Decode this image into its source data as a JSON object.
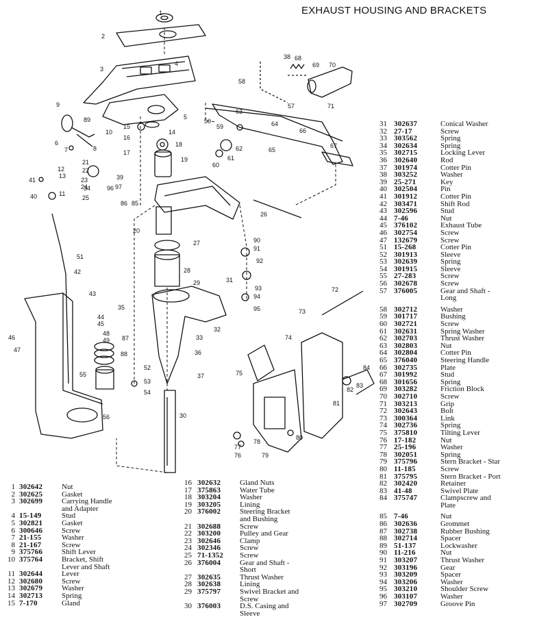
{
  "title": "EXHAUST HOUSING AND BRACKETS",
  "callouts": [
    "1",
    "2",
    "3",
    "4",
    "5",
    "6",
    "7",
    "8",
    "9",
    "10",
    "11",
    "12",
    "13",
    "14",
    "15",
    "16",
    "17",
    "18",
    "19",
    "20",
    "21",
    "22",
    "23",
    "24",
    "25",
    "26",
    "27",
    "28",
    "29",
    "30",
    "31",
    "32",
    "33",
    "34",
    "35",
    "36",
    "37",
    "38",
    "39",
    "40",
    "41",
    "42",
    "43",
    "44",
    "45",
    "46",
    "47",
    "48",
    "49",
    "50",
    "51",
    "52",
    "53",
    "54",
    "55",
    "56",
    "57",
    "58",
    "59",
    "60",
    "61",
    "62",
    "63",
    "64",
    "65",
    "66",
    "67",
    "68",
    "69",
    "70",
    "71",
    "72",
    "73",
    "74",
    "75",
    "76",
    "77",
    "78",
    "79",
    "80",
    "81",
    "82",
    "83",
    "84",
    "85",
    "86",
    "87",
    "88",
    "89",
    "90",
    "91",
    "92",
    "93",
    "94",
    "95",
    "96",
    "97"
  ],
  "parts_col1": [
    {
      "n": "1",
      "p": "302642",
      "d": "Nut"
    },
    {
      "n": "2",
      "p": "302625",
      "d": "Gasket"
    },
    {
      "n": "3",
      "p": "302699",
      "d": "Carrying Handle\nand Adapter"
    },
    {
      "n": "4",
      "p": "15-149",
      "d": "Stud"
    },
    {
      "n": "5",
      "p": "302821",
      "d": "Gasket"
    },
    {
      "n": "6",
      "p": "300646",
      "d": "Screw"
    },
    {
      "n": "7",
      "p": "21-155",
      "d": "Washer"
    },
    {
      "n": "8",
      "p": "21-167",
      "d": "Screw"
    },
    {
      "n": "9",
      "p": "375766",
      "d": "Shift Lever"
    },
    {
      "n": "10",
      "p": "375764",
      "d": "Bracket, Shift\nLever and Shaft"
    },
    {
      "n": "11",
      "p": "302644",
      "d": "Lever"
    },
    {
      "n": "12",
      "p": "302680",
      "d": "Screw"
    },
    {
      "n": "13",
      "p": "302679",
      "d": "Washer"
    },
    {
      "n": "14",
      "p": "302713",
      "d": "Spring"
    },
    {
      "n": "15",
      "p": "7-170",
      "d": "Gland"
    }
  ],
  "parts_col2": [
    {
      "n": "16",
      "p": "302632",
      "d": "Gland Nuts"
    },
    {
      "n": "17",
      "p": "375863",
      "d": "Water Tube"
    },
    {
      "n": "18",
      "p": "303204",
      "d": "Washer"
    },
    {
      "n": "19",
      "p": "303205",
      "d": "Lining"
    },
    {
      "n": "20",
      "p": "376002",
      "d": "Steering Bracket\nand Bushing"
    },
    {
      "n": "21",
      "p": "302688",
      "d": "Screw"
    },
    {
      "n": "22",
      "p": "303200",
      "d": "Pulley and Gear"
    },
    {
      "n": "23",
      "p": "302646",
      "d": "Clamp"
    },
    {
      "n": "24",
      "p": "302346",
      "d": "Screw"
    },
    {
      "n": "25",
      "p": "71-1352",
      "d": "Screw"
    },
    {
      "n": "26",
      "p": "376004",
      "d": "Gear and Shaft -\nShort"
    },
    {
      "n": "27",
      "p": "302635",
      "d": "Thrust Washer"
    },
    {
      "n": "28",
      "p": "302638",
      "d": "Lining"
    },
    {
      "n": "29",
      "p": "375797",
      "d": "Swivel Bracket and\nScrew"
    },
    {
      "n": "30",
      "p": "376003",
      "d": "D.S. Casing and\nSleeve"
    }
  ],
  "parts_col3": [
    {
      "n": "31",
      "p": "302637",
      "d": "Conical Washer"
    },
    {
      "n": "32",
      "p": "27-17",
      "d": "Screw"
    },
    {
      "n": "33",
      "p": "303562",
      "d": "Spring"
    },
    {
      "n": "34",
      "p": "302634",
      "d": "Spring"
    },
    {
      "n": "35",
      "p": "302715",
      "d": "Locking Lever"
    },
    {
      "n": "36",
      "p": "302640",
      "d": "Rod"
    },
    {
      "n": "37",
      "p": "301974",
      "d": "Cotter Pin"
    },
    {
      "n": "38",
      "p": "303252",
      "d": "Washer"
    },
    {
      "n": "39",
      "p": "25-271",
      "d": "Key"
    },
    {
      "n": "40",
      "p": "302504",
      "d": "Pin"
    },
    {
      "n": "41",
      "p": "301912",
      "d": "Cotter Pin"
    },
    {
      "n": "42",
      "p": "303471",
      "d": "Shift Rod"
    },
    {
      "n": "43",
      "p": "302596",
      "d": "Stud"
    },
    {
      "n": "44",
      "p": "7-46",
      "d": "Nut"
    },
    {
      "n": "45",
      "p": "376102",
      "d": "Exhaust Tube"
    },
    {
      "n": "46",
      "p": "302754",
      "d": "Screw"
    },
    {
      "n": "47",
      "p": "132679",
      "d": "Screw"
    },
    {
      "n": "51",
      "p": "15-268",
      "d": "Cotter Pin"
    },
    {
      "n": "52",
      "p": "301913",
      "d": "Sleeve"
    },
    {
      "n": "53",
      "p": "302639",
      "d": "Spring"
    },
    {
      "n": "54",
      "p": "301915",
      "d": "Sleeve"
    },
    {
      "n": "55",
      "p": "27-283",
      "d": "Screw"
    },
    {
      "n": "56",
      "p": "302678",
      "d": "Screw"
    },
    {
      "n": "57",
      "p": "376005",
      "d": "Gear and Shaft -\nLong"
    },
    {
      "n": "58",
      "p": "302712",
      "d": "Washer"
    },
    {
      "n": "59",
      "p": "301717",
      "d": "Bushing"
    },
    {
      "n": "60",
      "p": "302721",
      "d": "Screw"
    },
    {
      "n": "61",
      "p": "302631",
      "d": "Spring Washer"
    },
    {
      "n": "62",
      "p": "302703",
      "d": "Thrust Washer"
    },
    {
      "n": "63",
      "p": "302803",
      "d": "Nut"
    },
    {
      "n": "64",
      "p": "302804",
      "d": "Cotter Pin"
    },
    {
      "n": "65",
      "p": "376040",
      "d": "Steering Handle"
    },
    {
      "n": "66",
      "p": "302735",
      "d": "Plate"
    },
    {
      "n": "67",
      "p": "301992",
      "d": "Stud"
    },
    {
      "n": "68",
      "p": "301656",
      "d": "Spring"
    },
    {
      "n": "69",
      "p": "303282",
      "d": "Friction Block"
    },
    {
      "n": "70",
      "p": "302710",
      "d": "Screw"
    },
    {
      "n": "71",
      "p": "303213",
      "d": "Grip"
    },
    {
      "n": "72",
      "p": "302643",
      "d": "Bolt"
    },
    {
      "n": "73",
      "p": "300364",
      "d": "Link"
    },
    {
      "n": "74",
      "p": "302736",
      "d": "Spring"
    },
    {
      "n": "75",
      "p": "375810",
      "d": "Tilting Lever"
    },
    {
      "n": "76",
      "p": "17-182",
      "d": "Nut"
    },
    {
      "n": "77",
      "p": "25-196",
      "d": "Washer"
    },
    {
      "n": "78",
      "p": "302051",
      "d": "Spring"
    },
    {
      "n": "79",
      "p": "375796",
      "d": "Stern Bracket - Star"
    },
    {
      "n": "80",
      "p": "11-185",
      "d": "Screw"
    },
    {
      "n": "81",
      "p": "375795",
      "d": "Stern Bracket - Port"
    },
    {
      "n": "82",
      "p": "302420",
      "d": "Retainer"
    },
    {
      "n": "83",
      "p": "41-48",
      "d": "Swivel Plate"
    },
    {
      "n": "84",
      "p": "375747",
      "d": "Clampscrew and\nPlate"
    },
    {
      "n": "85",
      "p": "7-46",
      "d": "Nut"
    },
    {
      "n": "86",
      "p": "302636",
      "d": "Grommet"
    },
    {
      "n": "87",
      "p": "302738",
      "d": "Rubber Bushing"
    },
    {
      "n": "88",
      "p": "302714",
      "d": "Spacer"
    },
    {
      "n": "89",
      "p": "51-137",
      "d": "Lockwasher"
    },
    {
      "n": "90",
      "p": "11-216",
      "d": "Nut"
    },
    {
      "n": "91",
      "p": "303207",
      "d": "Thrust Washer"
    },
    {
      "n": "92",
      "p": "303196",
      "d": "Gear"
    },
    {
      "n": "93",
      "p": "303209",
      "d": "Spacer"
    },
    {
      "n": "94",
      "p": "303206",
      "d": "Washer"
    },
    {
      "n": "95",
      "p": "303210",
      "d": "Shoulder Screw"
    },
    {
      "n": "96",
      "p": "303107",
      "d": "Washer"
    },
    {
      "n": "97",
      "p": "302709",
      "d": "Groove Pin"
    }
  ]
}
